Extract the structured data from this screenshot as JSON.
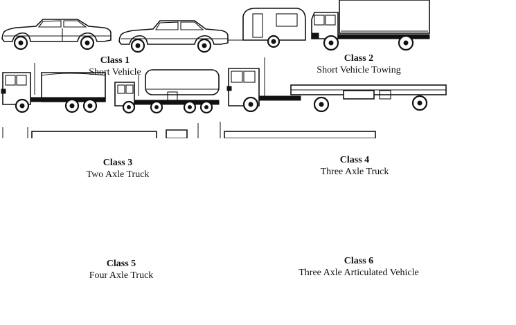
{
  "classes": [
    {
      "label": "Class 1",
      "description": "Short Vehicle",
      "icon": "sedan-car-icon"
    },
    {
      "label": "Class 2",
      "description": "Short Vehicle Towing",
      "icon": "car-towing-caravan-icon"
    },
    {
      "label": "Class 3",
      "description": "Two Axle Truck",
      "icon": "two-axle-truck-icon"
    },
    {
      "label": "Class 4",
      "description": "Three Axle Truck",
      "icon": "three-axle-truck-icon"
    },
    {
      "label": "Class 5",
      "description": "Four Axle Truck",
      "icon": "four-axle-truck-icon"
    },
    {
      "label": "Class 6",
      "description": "Three Axle Articulated Vehicle",
      "icon": "articulated-vehicle-icon"
    }
  ],
  "colors": {
    "ink": "#111111",
    "background": "#ffffff"
  }
}
